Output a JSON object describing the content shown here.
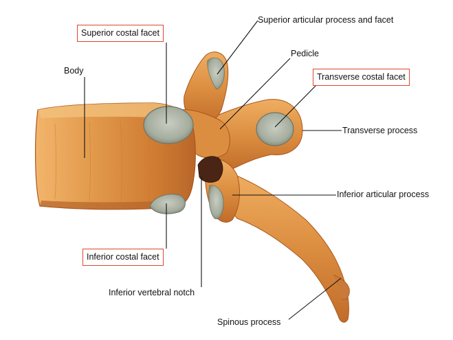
{
  "figure": {
    "labels": {
      "superior_articular": "Superior articular process and facet",
      "superior_costal": "Superior costal facet",
      "body": "Body",
      "pedicle": "Pedicle",
      "transverse_costal": "Transverse costal facet",
      "transverse_process": "Transverse process",
      "inferior_articular": "Inferior articular process",
      "inferior_costal": "Inferior costal facet",
      "inferior_notch": "Inferior vertebral notch",
      "spinous": "Spinous process"
    },
    "highlighted": [
      "Superior costal facet",
      "Transverse costal facet",
      "Inferior costal facet"
    ],
    "colors": {
      "bone": "#d98a3a",
      "bone_dark": "#a9561c",
      "bone_light": "#f2b56c",
      "facet": "#a9b1a3",
      "highlight_box": "#e0452c",
      "leader_line": "#111111"
    }
  }
}
